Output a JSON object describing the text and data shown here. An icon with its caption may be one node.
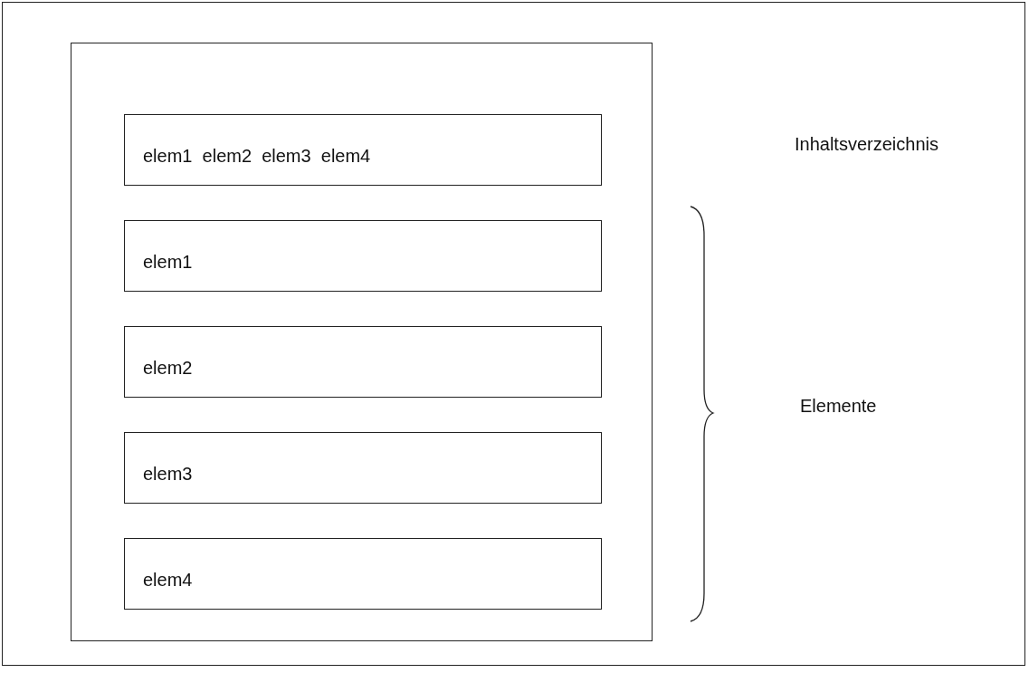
{
  "diagram": {
    "nodes": [
      {
        "text": [],
        "shape": "box"
      },
      {
        "text": [
          "elem1  elem2  elem3  elem4"
        ],
        "in": 0
      },
      {
        "text": [
          "elem1"
        ],
        "in": 0
      },
      {
        "text": [
          "elem2"
        ],
        "in": 0
      },
      {
        "text": [
          "elem3"
        ],
        "in": 0
      },
      {
        "text": [
          "elem4"
        ],
        "in": 0
      }
    ],
    "labels": [
      "Inhaltsverzeichnis",
      "Elemente"
    ]
  }
}
